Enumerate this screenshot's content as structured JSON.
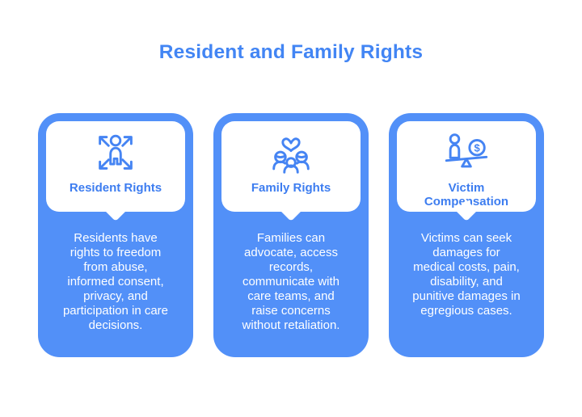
{
  "title": "Resident and Family Rights",
  "colors": {
    "background": "#ffffff",
    "heading_blue": "#4285F4",
    "card_blue": "#5290F8",
    "accent_blue": "#3D7DF0",
    "icon_blue": "#4584F3",
    "body_text": "#ffffff"
  },
  "cards": [
    {
      "icon": "expand-person-icon",
      "title": "Resident Rights",
      "description": "Residents have\nrights to freedom\nfrom abuse,\ninformed consent,\nprivacy, and\nparticipation in care\ndecisions."
    },
    {
      "icon": "family-heart-icon",
      "title": "Family Rights",
      "description": "Families can\nadvocate, access\nrecords,\ncommunicate with\ncare teams, and\nraise concerns\nwithout retaliation."
    },
    {
      "icon": "balance-money-icon",
      "title": "Victim\nCompensation",
      "description": "Victims can seek\ndamages for\nmedical costs, pain,\ndisability, and\npunitive damages in\negregious cases."
    }
  ]
}
